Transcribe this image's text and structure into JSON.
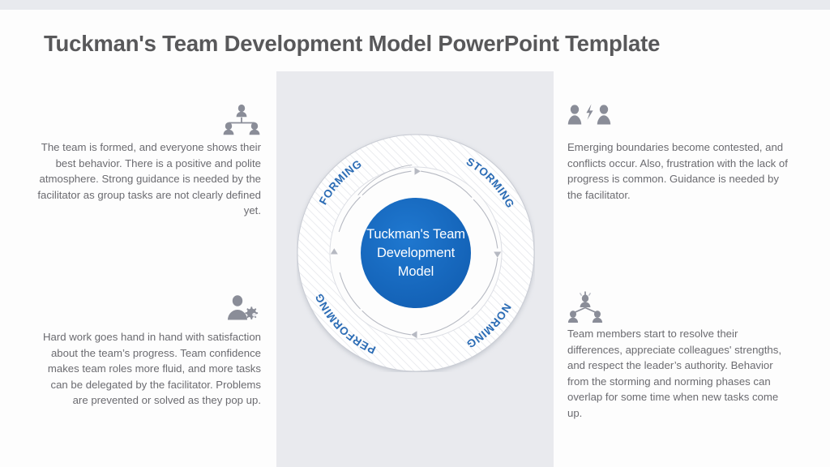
{
  "page": {
    "title": "Tuckman's Team Development Model PowerPoint Template",
    "accent_blue": "#1568c2",
    "label_blue": "#2b6cb5",
    "panel_bg": "#e9eaee",
    "text_gray": "#6b6b70",
    "title_gray": "#58585a"
  },
  "diagram": {
    "center": {
      "line1": "Tuckman's Team",
      "line2": "Development",
      "line3": "Model"
    },
    "ring_labels": [
      {
        "id": "forming",
        "text": "FORMING"
      },
      {
        "id": "storming",
        "text": "STORMING"
      },
      {
        "id": "norming",
        "text": "NORMING"
      },
      {
        "id": "performing",
        "text": "PERFORMING"
      }
    ]
  },
  "stages": {
    "forming": {
      "icon": "org-chart-icon",
      "text": "The team is formed, and everyone shows their best behavior. There is a positive and polite atmosphere. Strong guidance is needed by the facilitator as group tasks are not clearly defined yet."
    },
    "storming": {
      "icon": "people-conflict-icon",
      "text": "Emerging boundaries become contested, and conflicts occur. Also, frustration with the lack of progress is common. Guidance is needed by the facilitator."
    },
    "performing": {
      "icon": "person-gear-icon",
      "text": "Hard work goes hand in hand with satisfaction about the team’s progress. Team confidence makes team roles more fluid, and more tasks can be delegated by the facilitator. Problems are prevented or solved as they pop up."
    },
    "norming": {
      "icon": "team-hierarchy-icon",
      "text": "Team members start to resolve their differences, appreciate colleagues' strengths, and respect the leader’s authority. Behavior from the storming and norming phases can overlap for some time when new tasks come up."
    }
  }
}
